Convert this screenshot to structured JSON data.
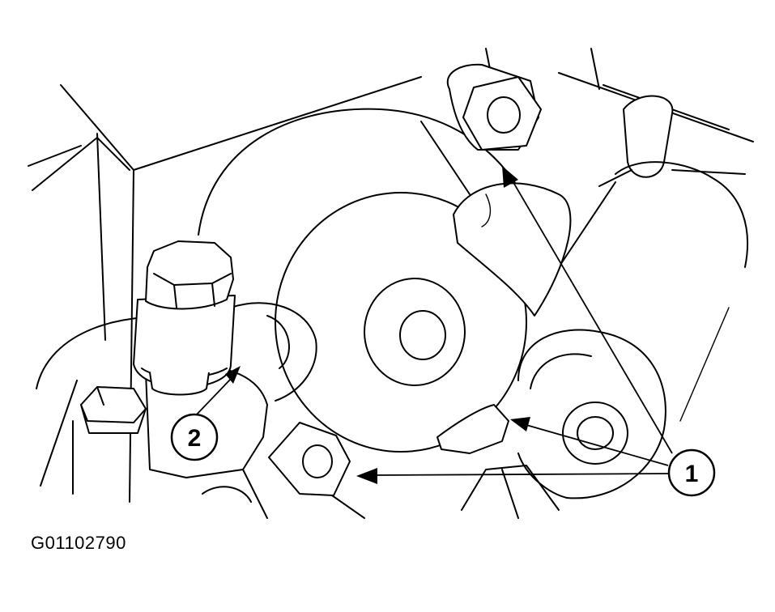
{
  "figure": {
    "id_code": "G01102790"
  },
  "callouts": [
    {
      "number": "1",
      "meaning": ""
    },
    {
      "number": "2",
      "meaning": ""
    }
  ],
  "colors": {
    "ink": "#000000",
    "paper": "#ffffff"
  }
}
